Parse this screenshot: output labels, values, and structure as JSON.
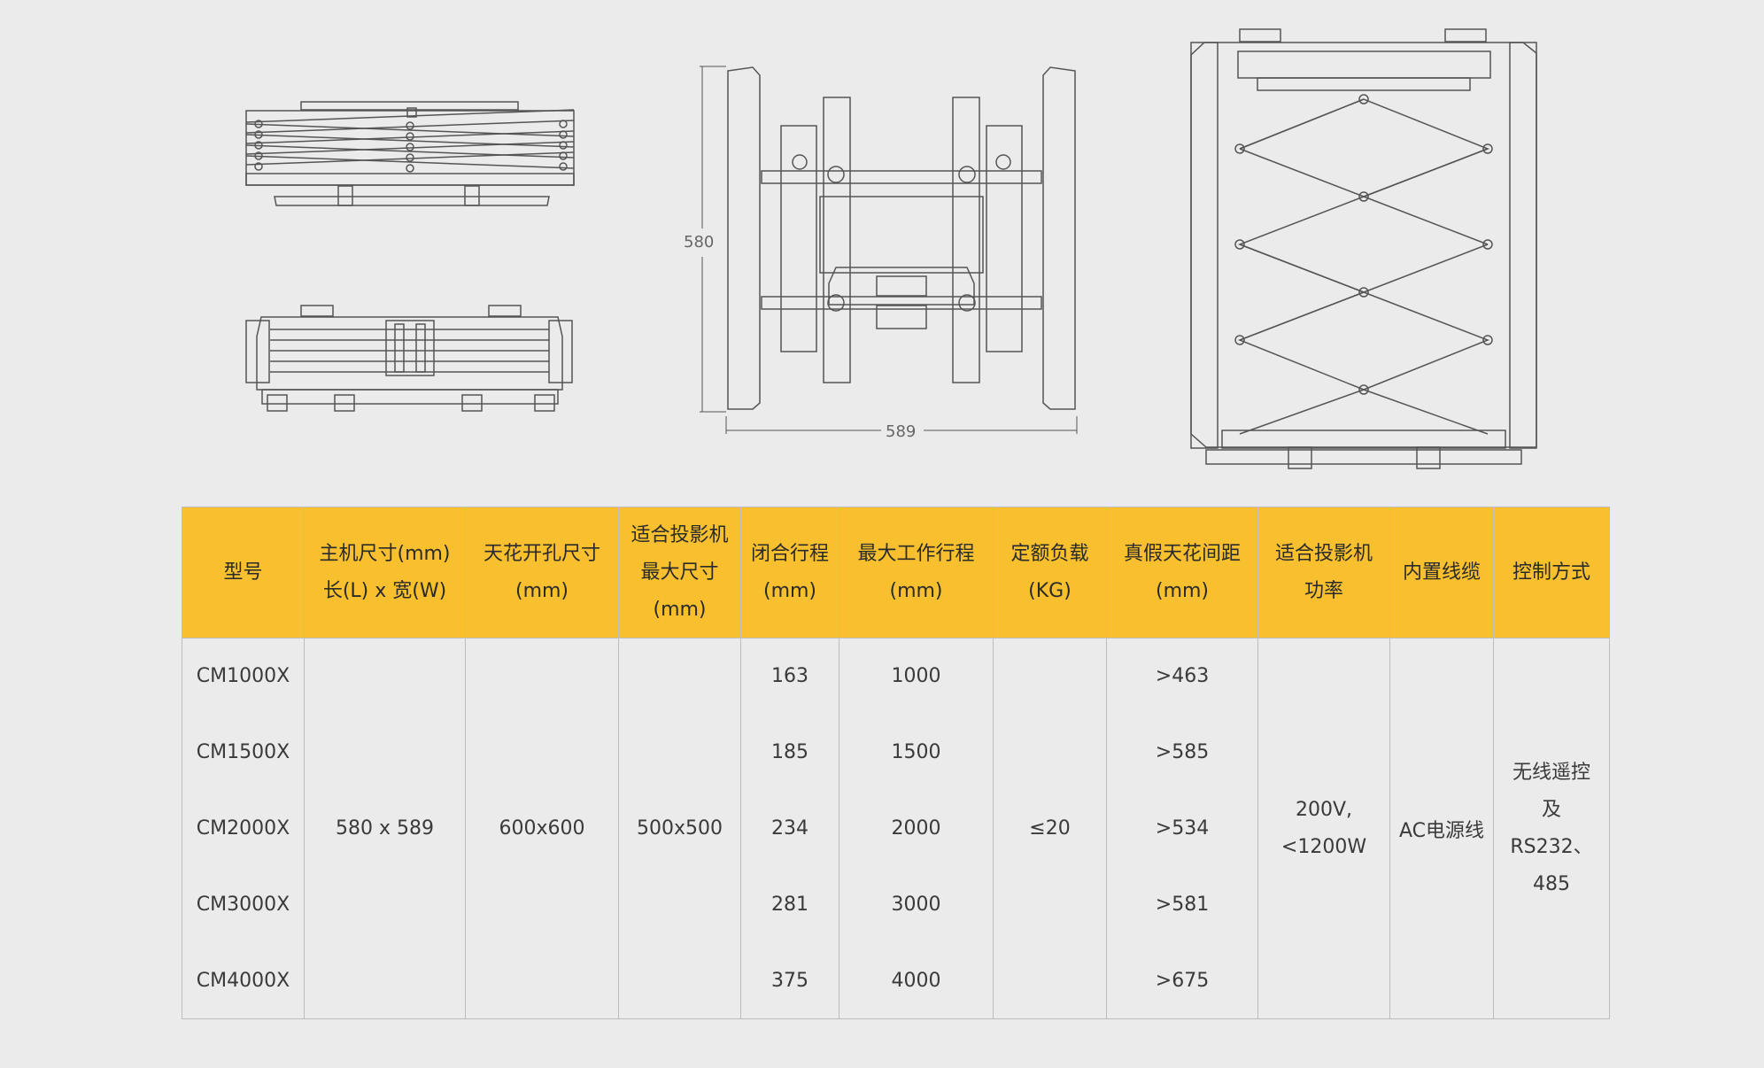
{
  "drawings": {
    "dim_height": "580",
    "dim_width": "589"
  },
  "table": {
    "headers": [
      "型号",
      "主机尺寸(mm)\n长(L) x 宽(W)",
      "天花开孔尺寸\n(mm)",
      "适合投影机\n最大尺寸\n(mm)",
      "闭合行程\n(mm)",
      "最大工作行程\n(mm)",
      "定额负载\n(KG)",
      "真假天花间距\n(mm)",
      "适合投影机\n功率",
      "内置线缆",
      "控制方式"
    ],
    "models": [
      "CM1000X",
      "CM1500X",
      "CM2000X",
      "CM3000X",
      "CM4000X"
    ],
    "closed_stroke": [
      "163",
      "185",
      "234",
      "281",
      "375"
    ],
    "max_stroke": [
      "1000",
      "1500",
      "2000",
      "3000",
      "4000"
    ],
    "ceiling_gap": [
      ">463",
      ">585",
      ">534",
      ">581",
      ">675"
    ],
    "shared": {
      "host_size": "580  x  589",
      "ceiling_hole": "600x600",
      "projector_max": "500x500",
      "rated_load": "≤20",
      "power": "200V,\n<1200W",
      "cable": "AC电源线",
      "control": "无线遥控\n及\nRS232、\n485"
    }
  }
}
